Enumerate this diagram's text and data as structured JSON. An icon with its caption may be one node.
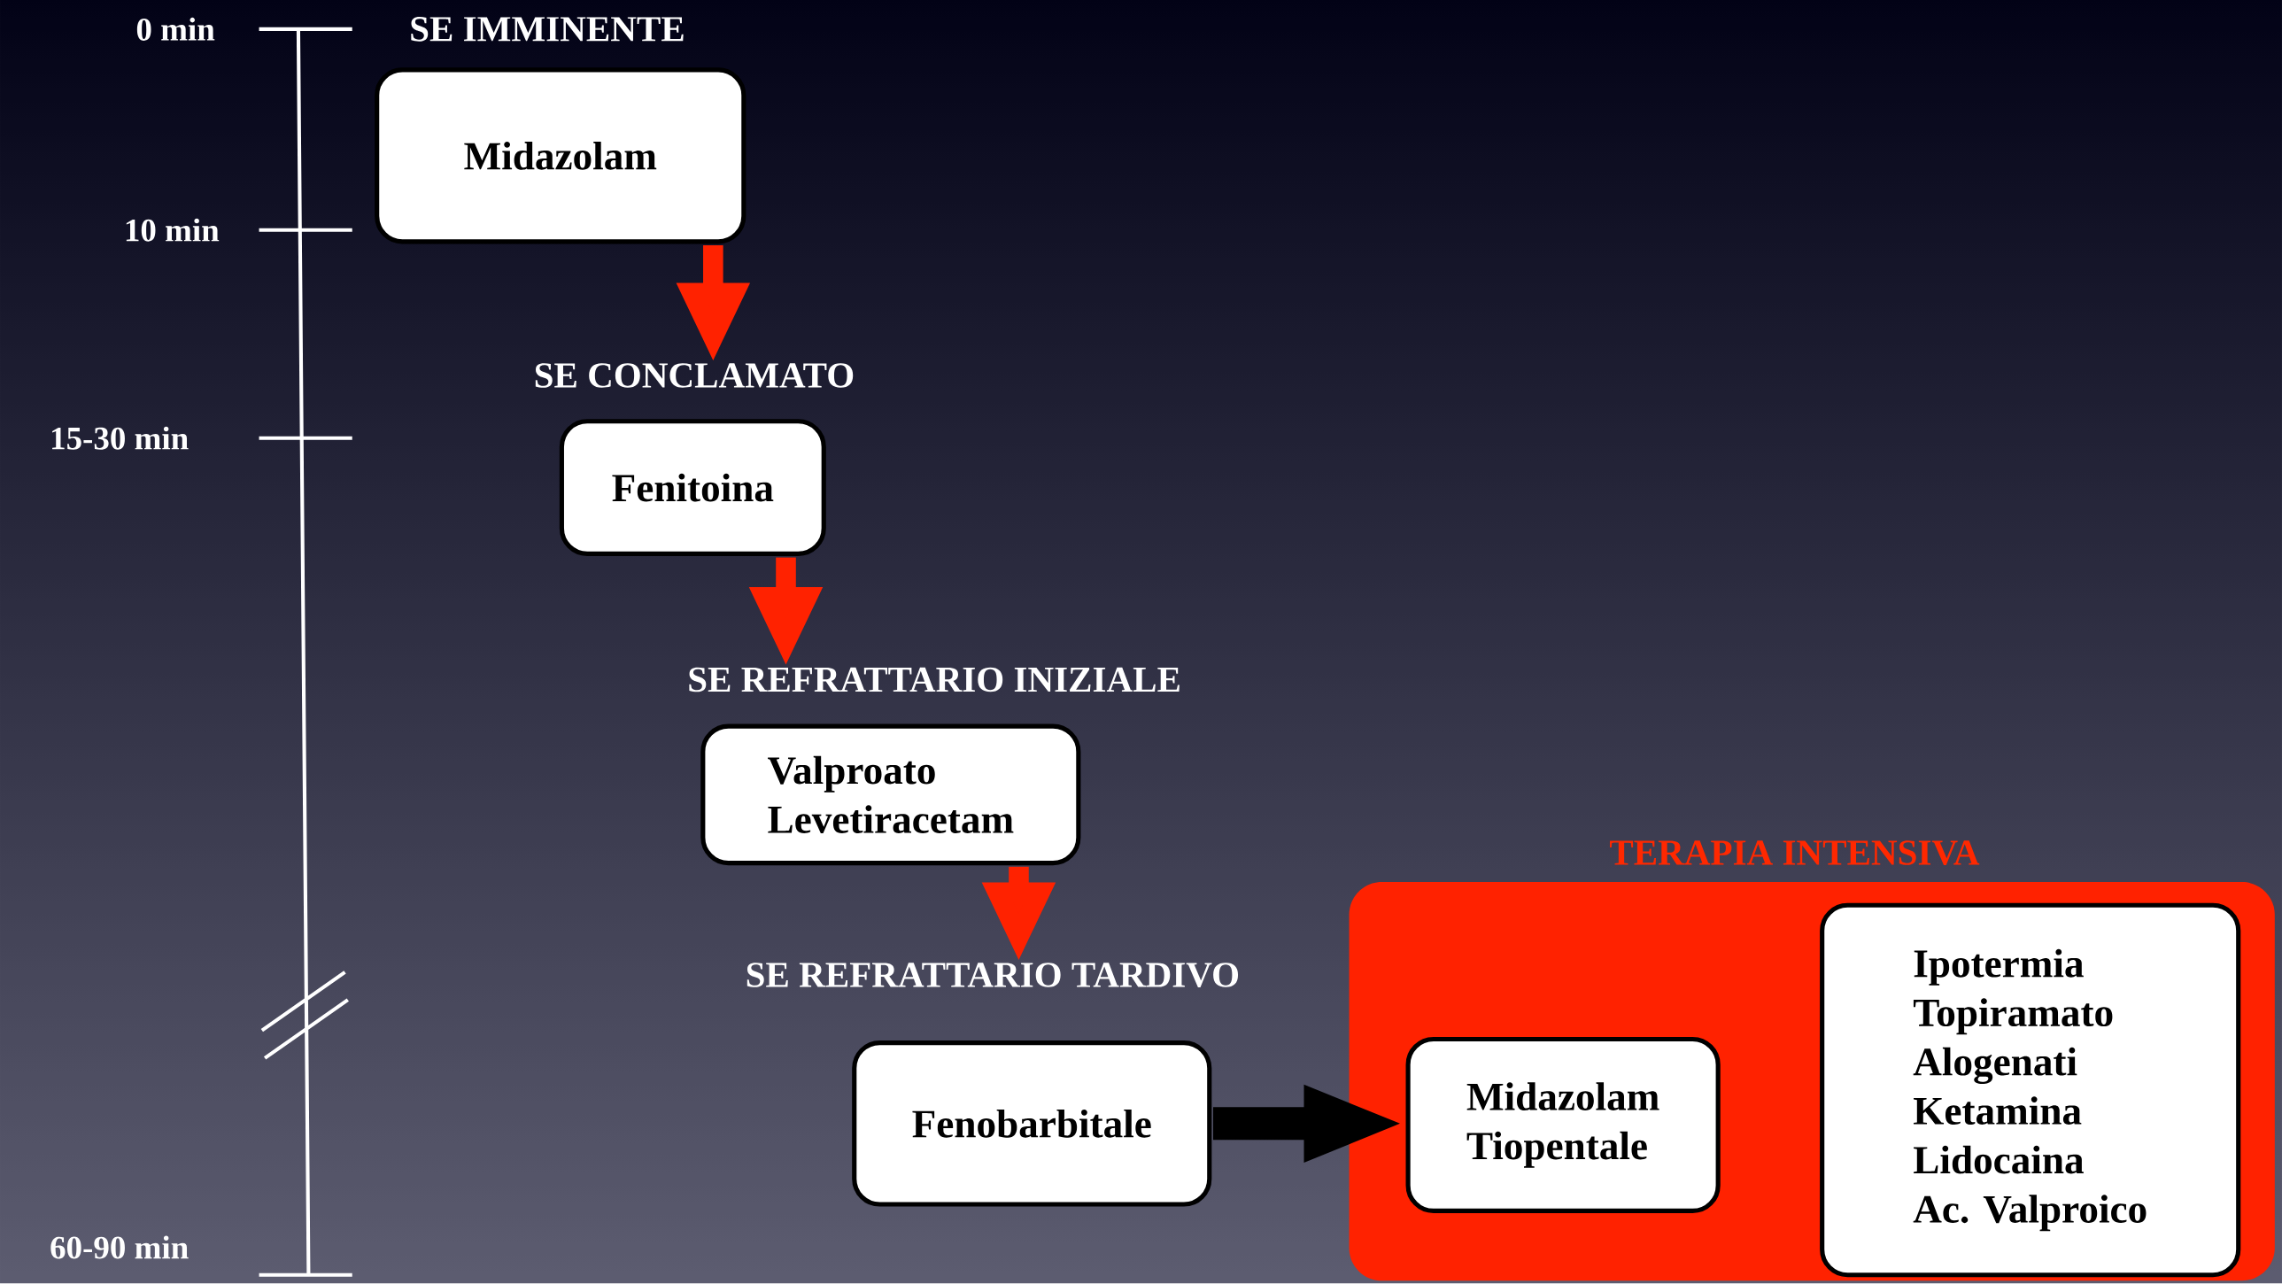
{
  "diagram": {
    "nodes": [
      {
        "text": [
          "SE IMMINENTE",
          "Midazolam"
        ]
      },
      {
        "text": [
          "SE CONCLAMATO",
          "Fenitoina"
        ]
      },
      {
        "text": [
          "SE REFRATTARIO INIZIALE",
          "Valproato",
          "Levetiracetam"
        ]
      },
      {
        "text": [
          "SE REFRATTARIO TARDIVO",
          "Fenobarbitale"
        ]
      },
      {
        "text": [
          "TERAPIA INTENSIVA"
        ]
      },
      {
        "text": [
          "Midazolam",
          "Tiopentale"
        ],
        "in": 4
      },
      {
        "text": [
          "Ipotermia",
          "Topiramato",
          "Alogenati",
          "Ketamina",
          "Lidocaina",
          "Ac. Valproico"
        ],
        "in": 4
      }
    ],
    "edges": [
      {
        "from": 0,
        "to": 1,
        "arrow": "to"
      },
      {
        "from": 1,
        "to": 2,
        "arrow": "to"
      },
      {
        "from": 2,
        "to": 3,
        "arrow": "to"
      },
      {
        "from": 3,
        "to": 5,
        "arrow": "to",
        "color": "#000000"
      }
    ],
    "labels": [
      "0 min",
      "10 min",
      "15-30 min",
      "60-90 min"
    ]
  }
}
